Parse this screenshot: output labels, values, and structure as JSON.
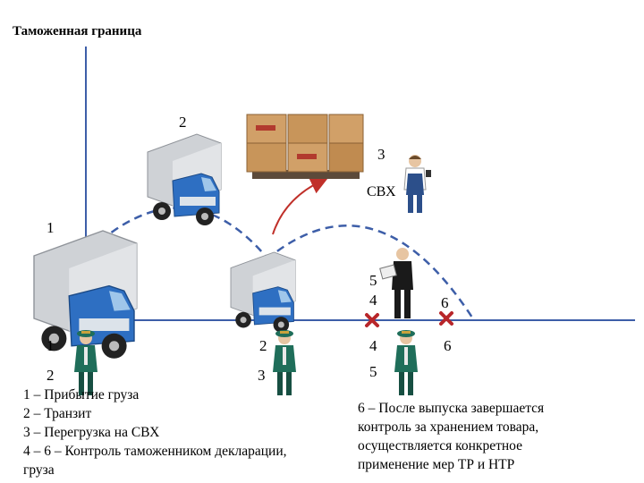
{
  "title": "Таможенная граница",
  "labels": {
    "n1_top": "1",
    "n2_top": "2",
    "n3_top": "3",
    "svh": "СВХ",
    "n5_top": "5",
    "n4_top": "4",
    "n6_top": "6",
    "n1_bottom": "1",
    "n2_bottom": "2",
    "n4_bottom": "4",
    "n6_bottom": "6",
    "n2_lower": "2",
    "n3_lower": "3",
    "n5_lower": "5"
  },
  "legend_left": [
    "1 – Прибытие груза",
    "2 – Транзит",
    "3 – Перегрузка на СВХ",
    "4 – 6 – Контроль таможенником декларации,",
    "груза"
  ],
  "legend_right": [
    "6 – После выпуска завершается",
    "контроль за хранением товара,",
    "осуществляется конкретное",
    "применение мер ТР и НТР"
  ],
  "colors": {
    "line": "#3d5ea8",
    "dashed": "#3d5ea8",
    "arrow": "#c0302a",
    "cross": "#b8262a",
    "truck_cab": "#2e6fc2",
    "box": "#c8955a",
    "uniform": "#1f6e5a"
  }
}
